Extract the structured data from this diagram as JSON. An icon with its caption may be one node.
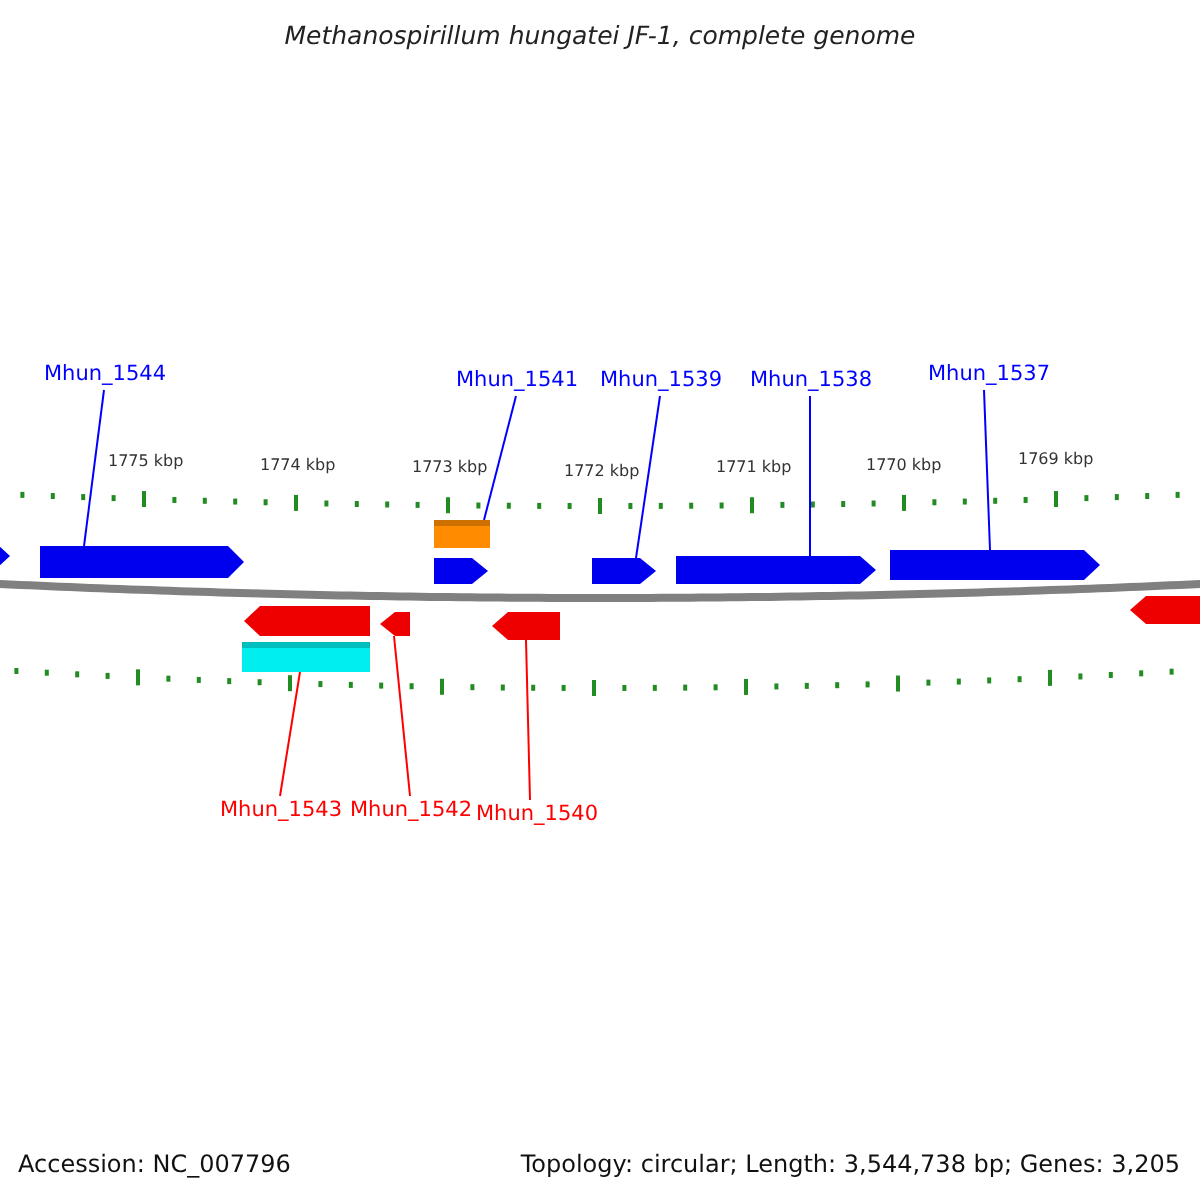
{
  "diagram": {
    "title": "Methanospirillum hungatei JF-1, complete genome",
    "nodes": [
      {
        "text": [
          "Mhun_1544"
        ]
      },
      {
        "text": [
          "Mhun_1541"
        ]
      },
      {
        "text": [
          "Mhun_1539"
        ]
      },
      {
        "text": [
          "Mhun_1538"
        ]
      },
      {
        "text": [
          "Mhun_1537"
        ]
      },
      {
        "text": [],
        "shape": "arrow"
      },
      {
        "text": [],
        "shape": "arrow"
      },
      {
        "text": [],
        "shape": "bar"
      },
      {
        "text": [],
        "shape": "arrow"
      },
      {
        "text": [],
        "shape": "arrow"
      },
      {
        "text": [],
        "shape": "arrow"
      },
      {
        "text": [],
        "shape": "arrow"
      },
      {
        "text": [],
        "shape": "arrow"
      },
      {
        "text": [],
        "shape": "bar"
      },
      {
        "text": [],
        "shape": "arrow"
      },
      {
        "text": [],
        "shape": "arrow"
      },
      {
        "text": [],
        "shape": "arrow"
      },
      {
        "text": [
          "Mhun_1543"
        ]
      },
      {
        "text": [
          "Mhun_1542"
        ]
      },
      {
        "text": [
          "Mhun_1540"
        ]
      }
    ],
    "edges": [
      {
        "from": 0,
        "to": 6,
        "arrow": "none"
      },
      {
        "from": 1,
        "to": 7,
        "arrow": "none"
      },
      {
        "from": 2,
        "to": 9,
        "arrow": "none"
      },
      {
        "from": 3,
        "to": 10,
        "arrow": "none"
      },
      {
        "from": 4,
        "to": 11,
        "arrow": "none"
      },
      {
        "from": 17,
        "to": 13,
        "arrow": "none",
        "color": "#ff0000"
      },
      {
        "from": 18,
        "to": 14,
        "arrow": "none",
        "color": "#ff0000"
      },
      {
        "from": 19,
        "to": 15,
        "arrow": "none",
        "color": "#ff0000"
      }
    ],
    "labels": [
      "1775 kbp",
      "1774 kbp",
      "1773 kbp",
      "1772 kbp",
      "1771 kbp",
      "1770 kbp",
      "1769 kbp",
      "Accession: NC_007796",
      "Topology: circular; Length: 3,544,738 bp; Genes: 3,205"
    ]
  }
}
